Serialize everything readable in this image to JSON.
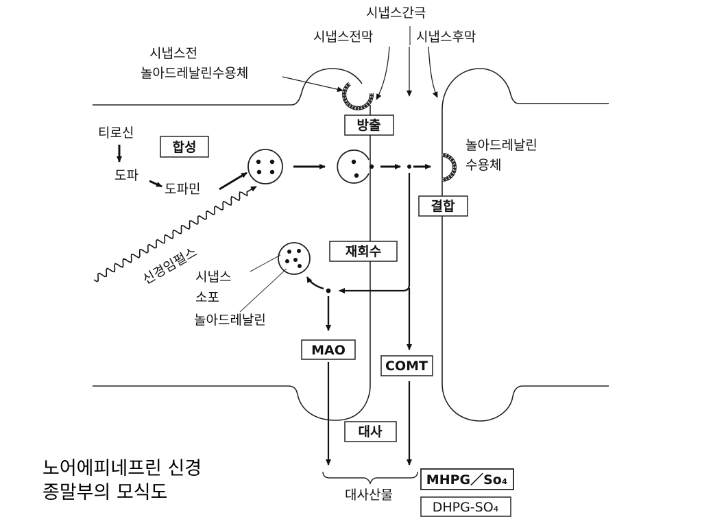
{
  "labels": {
    "synaptic_cleft": "시냅스간극",
    "presynaptic_membrane": "시냅스전막",
    "postsynaptic_membrane": "시냅스후막",
    "presynaptic_receptor_line1": "시냅스전",
    "presynaptic_receptor_line2": "놀아드레날린수용체",
    "tyrosine": "티로신",
    "dopa": "도파",
    "dopamine": "도파민",
    "nerve_impulse": "신경임펄스",
    "vesicle_line1": "시냅스",
    "vesicle_line2": "소포",
    "noradrenaline": "놀아드레날린",
    "post_receptor_line1": "놀아드레날린",
    "post_receptor_line2": "수용체",
    "metabolites": "대사산물"
  },
  "boxes": {
    "synthesis": "합성",
    "release": "방출",
    "binding": "결합",
    "reuptake": "재회수",
    "mao": "MAO",
    "comt": "COMT",
    "metabolism": "대사",
    "mhpg": "MHPG／So₄",
    "dhpg": "DHPG-SO₄"
  },
  "caption": {
    "line1": "노어에피네프린 신경",
    "line2": "종말부의 모식도"
  }
}
